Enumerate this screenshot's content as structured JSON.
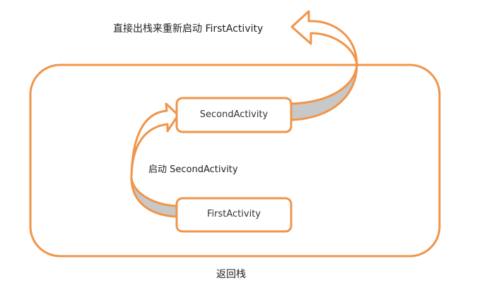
{
  "diagram": {
    "top_label": "直接出栈来重新启动 FirstActivity",
    "middle_label": "启动 SecondActivity",
    "stack_label": "返回栈",
    "boxes": [
      {
        "label": "SecondActivity"
      },
      {
        "label": "FirstActivity"
      }
    ]
  },
  "colors": {
    "accent": "#F0954A",
    "ribbon_back": "#C8C8C8"
  }
}
